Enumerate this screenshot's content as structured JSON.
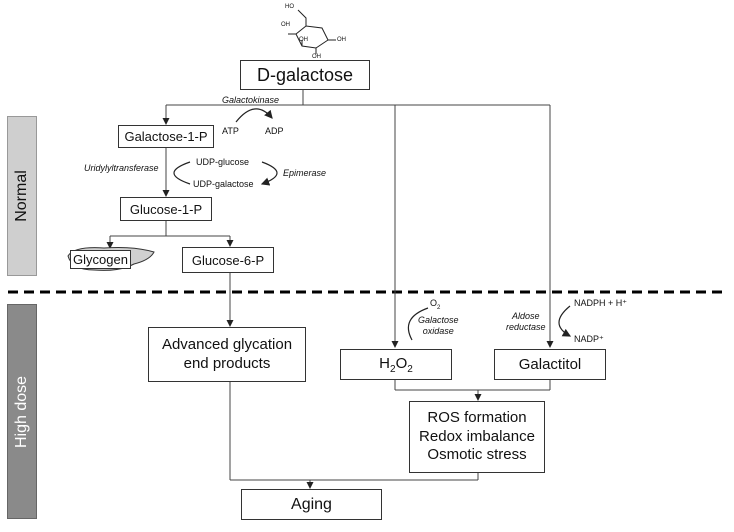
{
  "side_labels": {
    "normal": "Normal",
    "high_dose": "High dose"
  },
  "boxes": {
    "d_galactose": "D-galactose",
    "galactose_1p": "Galactose-1-P",
    "glucose_1p": "Glucose-1-P",
    "glucose_6p": "Glucose-6-P",
    "glycogen": "Glycogen",
    "age_line1": "Advanced glycation",
    "age_line2": "end products",
    "h2o2_main": "H",
    "h2o2_sub1": "2",
    "h2o2_mid": "O",
    "h2o2_sub2": "2",
    "galactitol": "Galactitol",
    "ros_line1": "ROS formation",
    "ros_line2": "Redox imbalance",
    "ros_line3": "Osmotic stress",
    "aging": "Aging"
  },
  "enzymes": {
    "galactokinase": "Galactokinase",
    "uridylyltransferase": "Uridylyltransferase",
    "epimerase": "Epimerase",
    "galactose_oxidase_1": "Galactose",
    "galactose_oxidase_2": "oxidase",
    "aldose_reductase_1": "Aldose",
    "aldose_reductase_2": "reductase"
  },
  "cofactors": {
    "atp": "ATP",
    "adp": "ADP",
    "udp_glucose": "UDP-glucose",
    "udp_galactose": "UDP-galactose",
    "o2_main": "O",
    "o2_sub": "2",
    "nadph": "NADPH + H⁺",
    "nadp": "NADP⁺"
  },
  "structure_labels": {
    "ho_top": "HO",
    "oh_left": "OH",
    "oh_mid": "OH",
    "oh_right": "OH",
    "oh_bottom": "OH"
  }
}
